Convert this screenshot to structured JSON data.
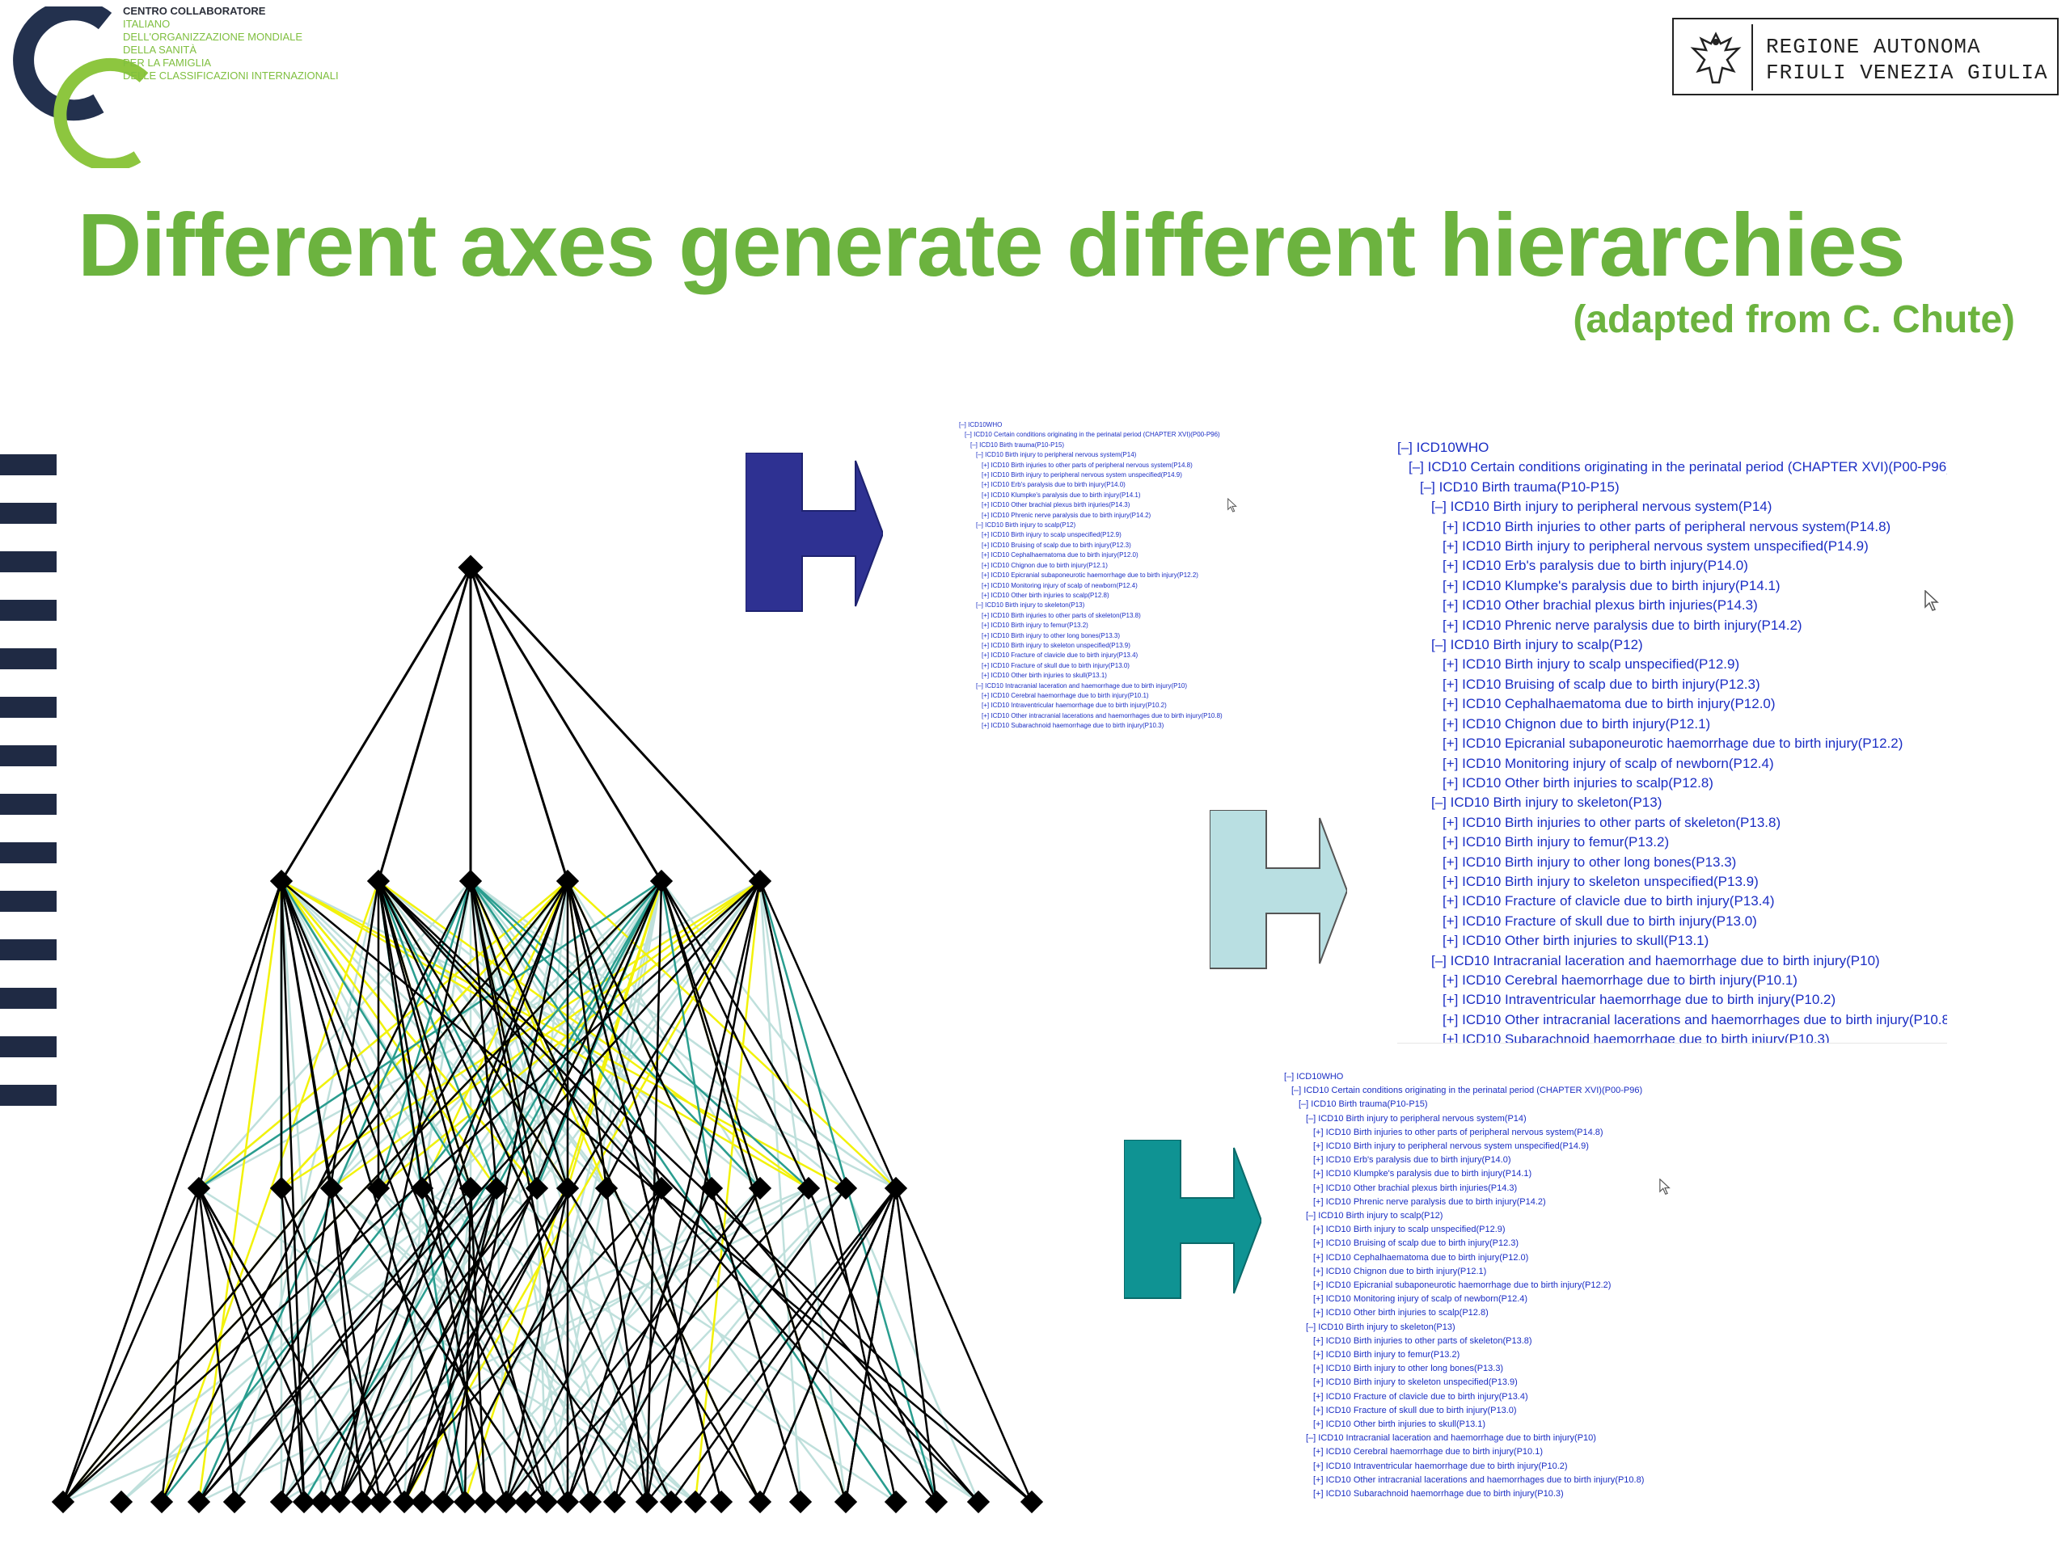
{
  "header": {
    "logo_lines": [
      "CENTRO COLLABORATORE",
      "ITALIANO",
      "DELL'ORGANIZZAZIONE MONDIALE",
      "DELLA SANITÀ",
      "PER LA FAMIGLIA",
      "DELLE CLASSIFICAZIONI INTERNAZIONALI"
    ],
    "region_lines": [
      "REGIONE AUTONOMA",
      "FRIULI VENEZIA GIULIA"
    ],
    "title": "Different axes generate different hierarchies",
    "subtitle": "(adapted from C. Chute)"
  },
  "colors": {
    "title": "#6cb33f",
    "logo_navy": "#23314e",
    "logo_green": "#8dc63f",
    "arrow_navy": "#2e3192",
    "arrow_light": "#b9dfe2",
    "arrow_teal": "#0f9393",
    "tree_text": "#1b2ec4",
    "edge_black": "#000000",
    "edge_yellow": "#f2f20a",
    "edge_teal": "#2a9d8f",
    "edge_light": "#bfe0dc"
  },
  "icons": {
    "arrow": "h-shaped-arrow-icon",
    "cursor": "mouse-pointer-icon",
    "emblem": "eagle-emblem-icon"
  },
  "tree_rows": [
    {
      "prefix": "[–]",
      "label": "ICD10WHO",
      "level": 0
    },
    {
      "prefix": "[–]",
      "label": "ICD10 Certain conditions originating in the perinatal period (CHAPTER XVI)(P00-P96)",
      "level": 1
    },
    {
      "prefix": "[–]",
      "label": "ICD10 Birth trauma(P10-P15)",
      "level": 2
    },
    {
      "prefix": "[–]",
      "label": "ICD10 Birth injury to peripheral nervous system(P14)",
      "level": 3
    },
    {
      "prefix": "[+]",
      "label": "ICD10 Birth injuries to other parts of peripheral nervous system(P14.8)",
      "level": 4
    },
    {
      "prefix": "[+]",
      "label": "ICD10 Birth injury to peripheral nervous system unspecified(P14.9)",
      "level": 4
    },
    {
      "prefix": "[+]",
      "label": "ICD10 Erb's paralysis due to birth injury(P14.0)",
      "level": 4
    },
    {
      "prefix": "[+]",
      "label": "ICD10 Klumpke's paralysis due to birth injury(P14.1)",
      "level": 4
    },
    {
      "prefix": "[+]",
      "label": "ICD10 Other brachial plexus birth injuries(P14.3)",
      "level": 4
    },
    {
      "prefix": "[+]",
      "label": "ICD10 Phrenic nerve paralysis due to birth injury(P14.2)",
      "level": 4
    },
    {
      "prefix": "[–]",
      "label": "ICD10 Birth injury to scalp(P12)",
      "level": 3
    },
    {
      "prefix": "[+]",
      "label": "ICD10 Birth injury to scalp unspecified(P12.9)",
      "level": 4
    },
    {
      "prefix": "[+]",
      "label": "ICD10 Bruising of scalp due to birth injury(P12.3)",
      "level": 4
    },
    {
      "prefix": "[+]",
      "label": "ICD10 Cephalhaematoma due to birth injury(P12.0)",
      "level": 4
    },
    {
      "prefix": "[+]",
      "label": "ICD10 Chignon due to birth injury(P12.1)",
      "level": 4
    },
    {
      "prefix": "[+]",
      "label": "ICD10 Epicranial subaponeurotic haemorrhage due to birth injury(P12.2)",
      "level": 4
    },
    {
      "prefix": "[+]",
      "label": "ICD10 Monitoring injury of scalp of newborn(P12.4)",
      "level": 4
    },
    {
      "prefix": "[+]",
      "label": "ICD10 Other birth injuries to scalp(P12.8)",
      "level": 4
    },
    {
      "prefix": "[–]",
      "label": "ICD10 Birth injury to skeleton(P13)",
      "level": 3
    },
    {
      "prefix": "[+]",
      "label": "ICD10 Birth injuries to other parts of skeleton(P13.8)",
      "level": 4
    },
    {
      "prefix": "[+]",
      "label": "ICD10 Birth injury to femur(P13.2)",
      "level": 4
    },
    {
      "prefix": "[+]",
      "label": "ICD10 Birth injury to other long bones(P13.3)",
      "level": 4
    },
    {
      "prefix": "[+]",
      "label": "ICD10 Birth injury to skeleton unspecified(P13.9)",
      "level": 4
    },
    {
      "prefix": "[+]",
      "label": "ICD10 Fracture of clavicle due to birth injury(P13.4)",
      "level": 4
    },
    {
      "prefix": "[+]",
      "label": "ICD10 Fracture of skull due to birth injury(P13.0)",
      "level": 4
    },
    {
      "prefix": "[+]",
      "label": "ICD10 Other birth injuries to skull(P13.1)",
      "level": 4
    },
    {
      "prefix": "[–]",
      "label": "ICD10 Intracranial laceration and haemorrhage due to birth injury(P10)",
      "level": 3
    },
    {
      "prefix": "[+]",
      "label": "ICD10 Cerebral haemorrhage due to birth injury(P10.1)",
      "level": 4
    },
    {
      "prefix": "[+]",
      "label": "ICD10 Intraventricular haemorrhage due to birth injury(P10.2)",
      "level": 4
    },
    {
      "prefix": "[+]",
      "label": "ICD10 Other intracranial lacerations and haemorrhages due to birth injury(P10.8)",
      "level": 4
    },
    {
      "prefix": "[+]",
      "label": "ICD10 Subarachnoid haemorrhage due to birth injury(P10.3)",
      "level": 4
    }
  ]
}
